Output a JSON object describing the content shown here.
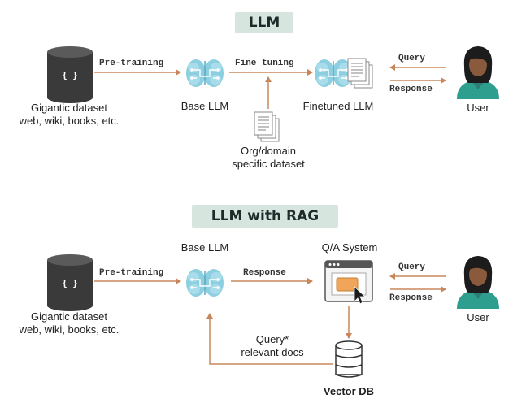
{
  "llm_section": {
    "title": "LLM",
    "dataset_label_line1": "Gigantic dataset",
    "dataset_label_line2": "web, wiki, books, etc.",
    "pretraining_label": "Pre-training",
    "base_llm_label": "Base LLM",
    "fine_tuning_label": "Fine tuning",
    "finetuned_llm_label": "Finetuned LLM",
    "domain_dataset_line1": "Org/domain",
    "domain_dataset_line2": "specific dataset",
    "query_label": "Query",
    "response_label": "Response",
    "user_label": "User",
    "dataset_icon_text": "{ }"
  },
  "rag_section": {
    "title": "LLM with RAG",
    "dataset_label_line1": "Gigantic dataset",
    "dataset_label_line2": "web, wiki, books, etc.",
    "pretraining_label": "Pre-training",
    "base_llm_label": "Base LLM",
    "response_to_qa_label": "Response",
    "qa_system_label": "Q/A System",
    "query_label": "Query",
    "response_label": "Response",
    "user_label": "User",
    "query_docs_line1": "Query*",
    "query_docs_line2": "relevant docs",
    "vector_db_label": "Vector DB",
    "dataset_icon_text": "{ }"
  },
  "colors": {
    "arrow": "#c8875a",
    "title_bg": "#d6e5dd",
    "brain": "#7fc4d8",
    "db": "#3a3a3a",
    "skin": "#8a5a3c",
    "shirt": "#2e9e8f",
    "window_accent": "#f0a55a"
  }
}
